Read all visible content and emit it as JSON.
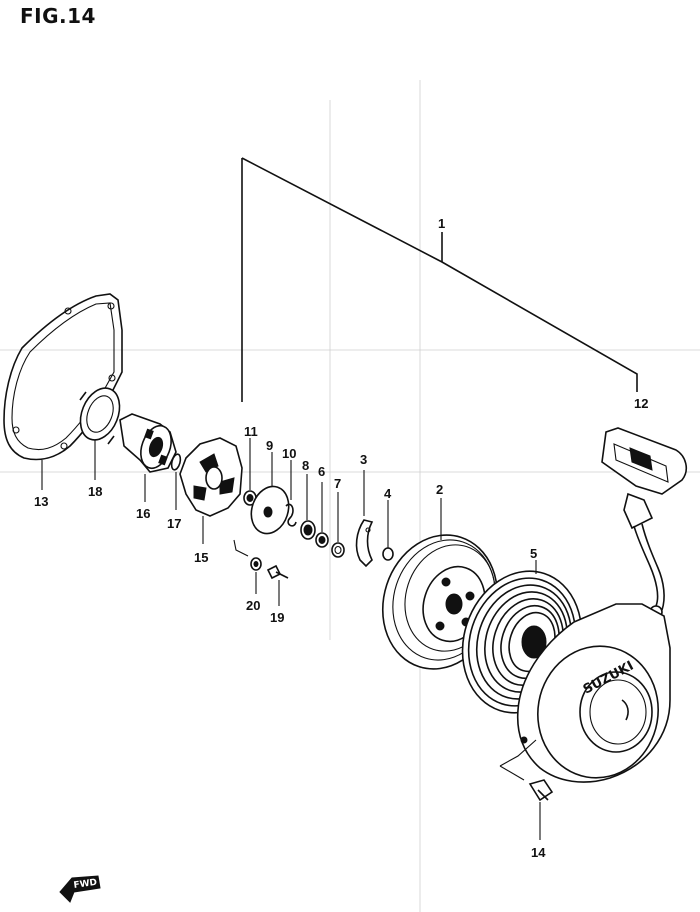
{
  "figure": {
    "title": "FIG.14"
  },
  "brand_text": "SUZUKI",
  "direction_label": "FWD",
  "callouts": {
    "c1": "1",
    "c2": "2",
    "c3": "3",
    "c4": "4",
    "c5": "5",
    "c6": "6",
    "c7": "7",
    "c8": "8",
    "c9": "9",
    "c10": "10",
    "c11": "11",
    "c12": "12",
    "c13": "13",
    "c14": "14",
    "c15": "15",
    "c16": "16",
    "c17": "17",
    "c18": "18",
    "c19": "19",
    "c20": "20"
  }
}
